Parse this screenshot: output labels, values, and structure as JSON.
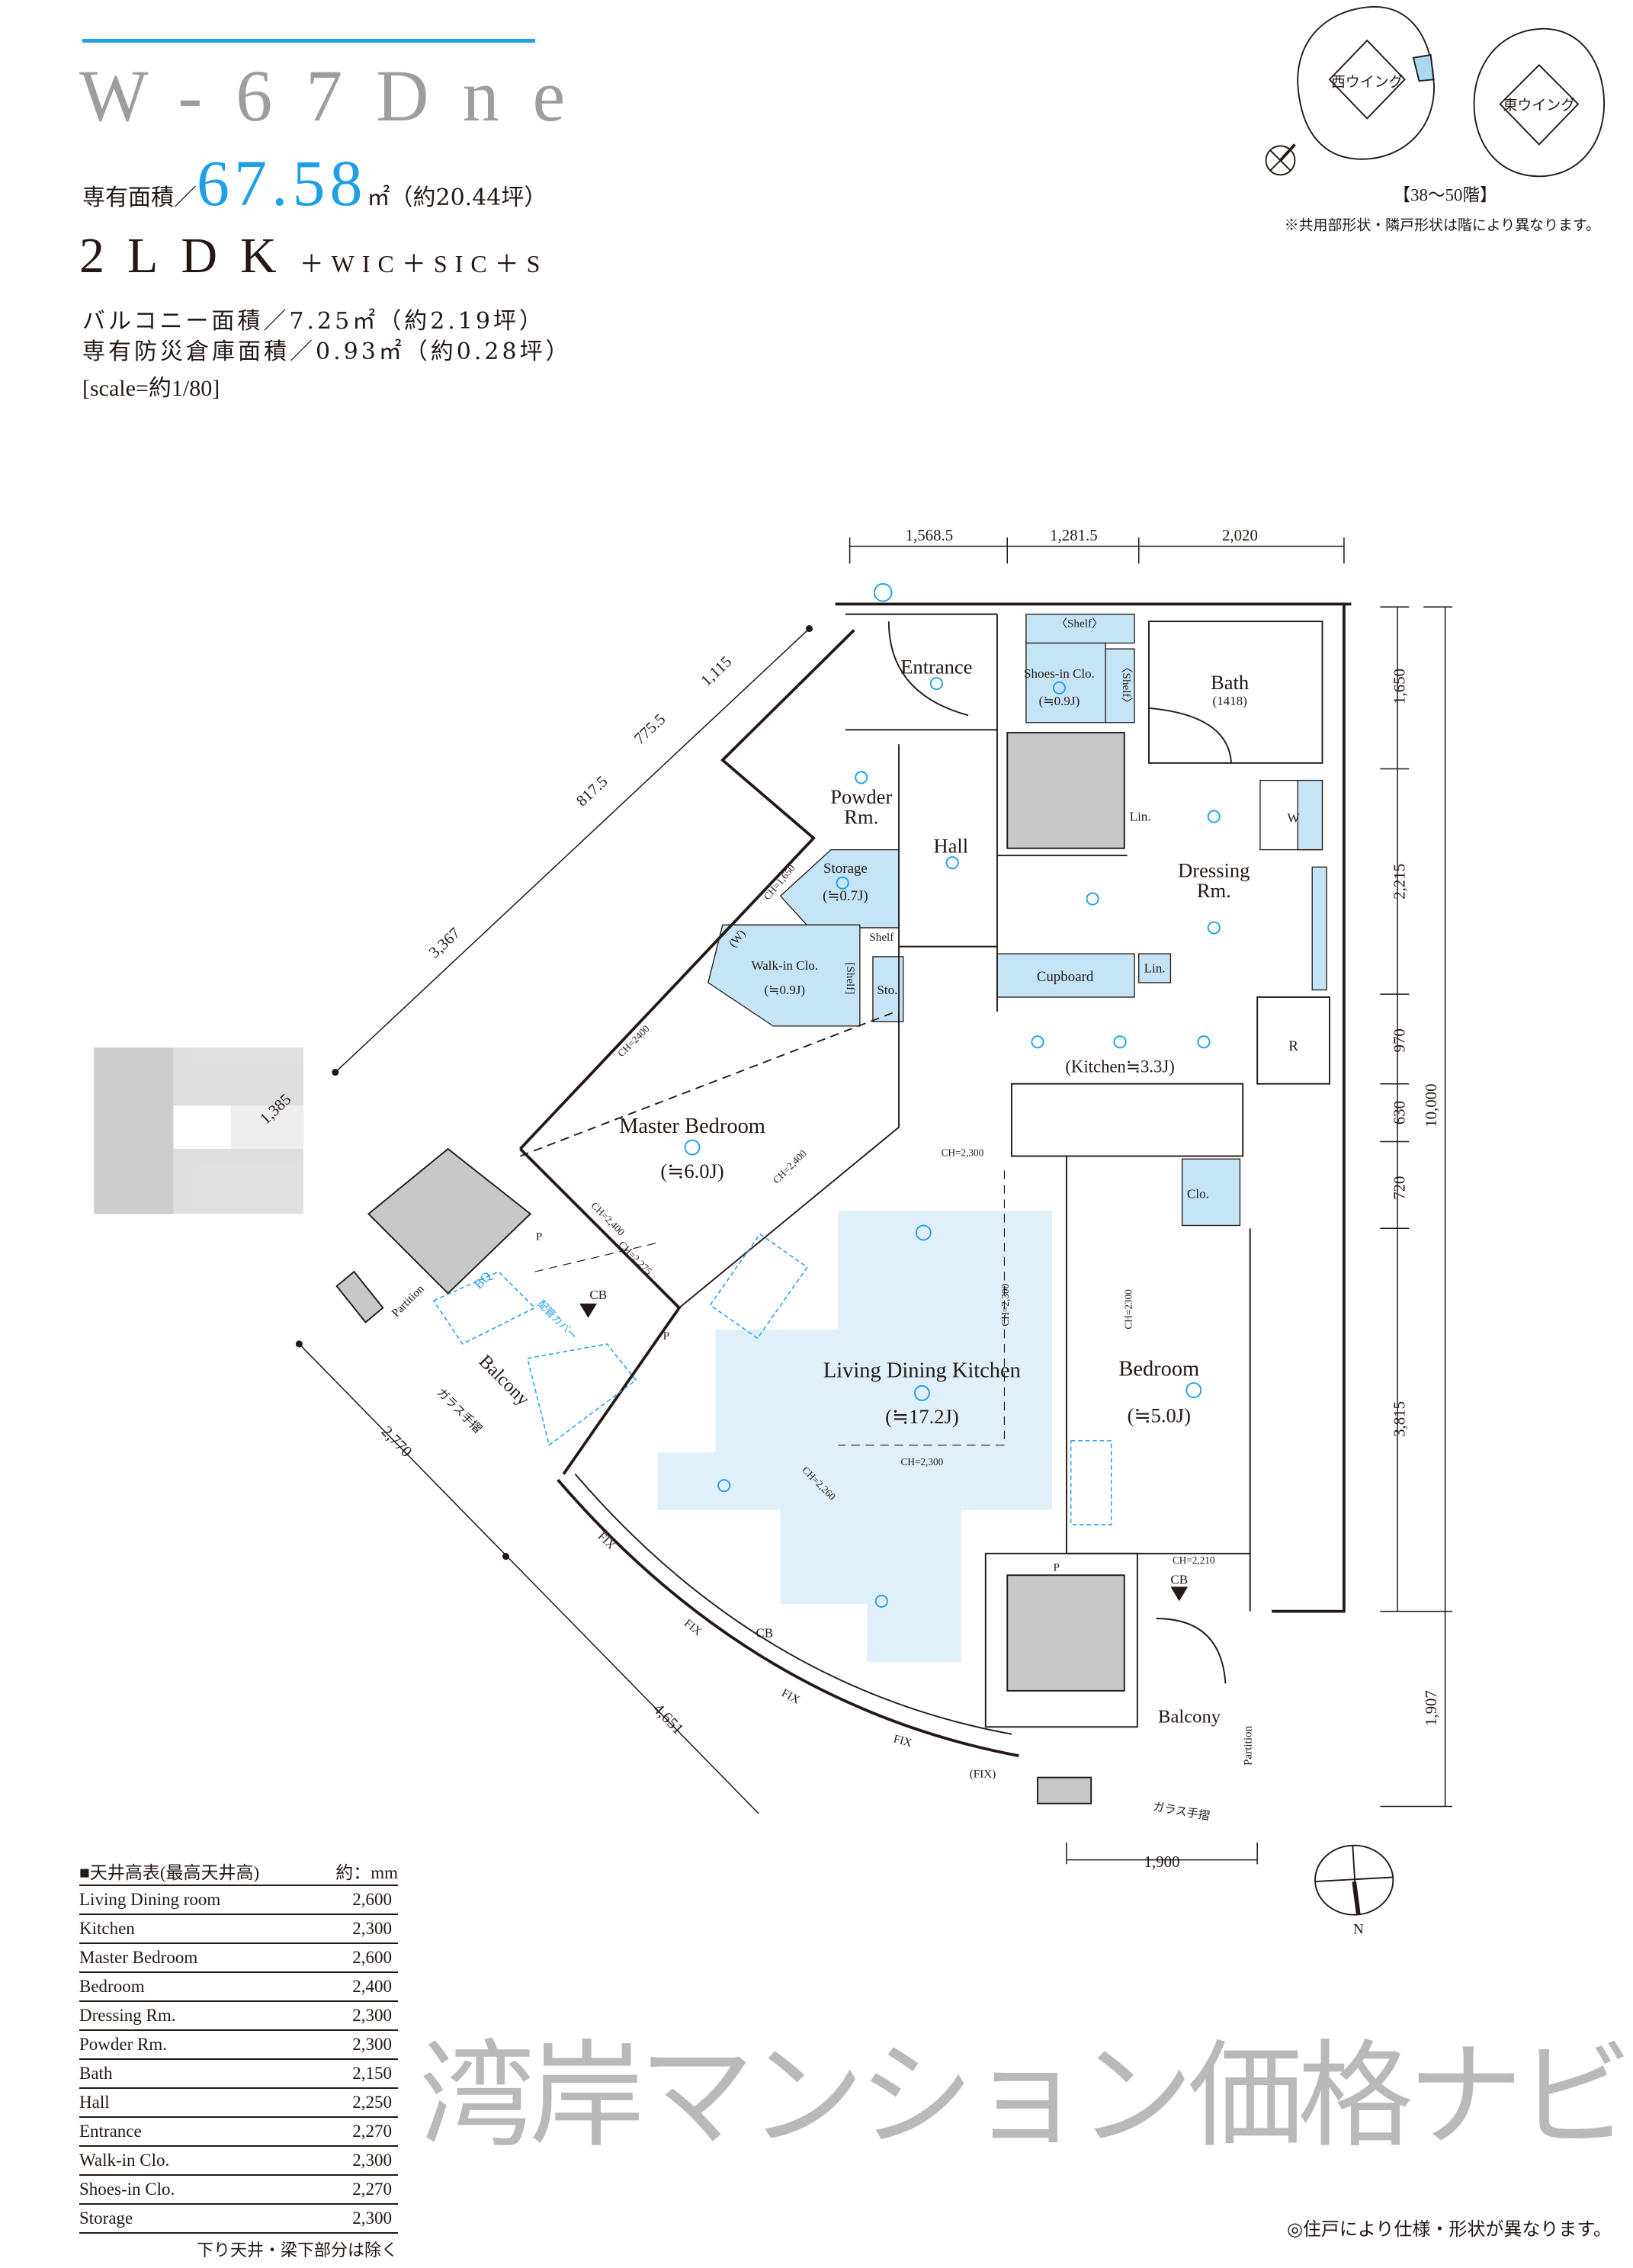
{
  "unit": {
    "code": "W-67Dne",
    "area_label": "専有面積／",
    "area_value": "67.58",
    "area_unit": "㎡（約20.44坪）",
    "layout": "2LDK",
    "layout_extra": "＋WIC＋SIC＋S",
    "balcony_area": "バルコニー面積／7.25㎡（約2.19坪）",
    "storage_area": "専有防災倉庫面積／0.93㎡（約0.28坪）",
    "scale": "[scale=約1/80]"
  },
  "key_plan": {
    "west_wing": "西ウイング",
    "east_wing": "東ウイング",
    "floors": "【38～50階】",
    "note": "※共用部形状・隣戸形状は階により異なります。",
    "compass_label": "N"
  },
  "plan": {
    "rooms": {
      "entrance": "Entrance",
      "shoes": "Shoes-in Clo.",
      "shoes_size": "(≒0.9J)",
      "shelf_top": "〈Shelf〉",
      "shelf_side": "〈Shelf〉",
      "bath": "Bath",
      "bath_size": "(1418)",
      "powder_1": "Powder",
      "powder_2": "Rm.",
      "hall": "Hall",
      "lin_1": "Lin.",
      "dressing_1": "Dressing",
      "dressing_2": "Rm.",
      "washer": "W",
      "storage": "Storage",
      "storage_size": "(≒0.7J)",
      "storage_ch": "CH=1,650",
      "storage_shelf": "Shelf",
      "wic": "Walk-in Clo.",
      "wic_size": "(≒0.9J)",
      "wic_shelf": "[Shelf]",
      "wic_w": "(W)",
      "sto": "Sto.",
      "cupboard": "Cupboard",
      "lin_2": "Lin.",
      "kitchen": "(Kitchen≒3.3J)",
      "fridge": "R",
      "clo": "Clo.",
      "master": "Master Bedroom",
      "master_size": "(≒6.0J)",
      "ldk": "Living Dining Kitchen",
      "ldk_size": "(≒17.2J)",
      "bedroom": "Bedroom",
      "bedroom_size": "(≒5.0J)",
      "balcony_w": "Balcony",
      "balcony_e": "Balcony",
      "partition_w": "Partition",
      "partition_e": "Partition",
      "glass_w": "ガラス手摺",
      "glass_e": "ガラス手摺",
      "pipe_cover": "配管カバー",
      "bq": "BQ",
      "cb_1": "CB",
      "cb_2": "CB",
      "cb_3": "CB",
      "p_1": "P",
      "p_2": "P",
      "p_3": "P",
      "fix_1": "FIX",
      "fix_2": "FIX",
      "fix_3": "FIX",
      "fix_4": "FIX",
      "fix_5": "(FIX)"
    },
    "ceiling_marks": {
      "master_a": "CH=2400",
      "master_b": "CH=2,400",
      "master_c": "CH=2,400",
      "balcony": "CH=2,275",
      "ldk_top": "CH=2,300",
      "ldk_side": "CH=2,300",
      "ldk_bottom": "CH=2,300",
      "ldk_curve": "CH=2,260",
      "bedroom": "CH=2300",
      "bedroom_bottom": "CH=2,210"
    },
    "dimensions": {
      "top": [
        "1,568.5",
        "1,281.5",
        "2,020"
      ],
      "right": [
        "1,650",
        "2,215",
        "970",
        "630",
        "720",
        "3,815"
      ],
      "right_total": "10,000",
      "right_balcony": "1,907",
      "bottom": "1,900",
      "diagonal": [
        "3,367",
        "817.5",
        "775.5",
        "1,115",
        "1,385",
        "2,770",
        "4,651"
      ]
    }
  },
  "ceiling_table": {
    "title": "■天井高表(最高天井高)",
    "unit": "約：mm",
    "rows": [
      {
        "room": "Living Dining room",
        "height": "2,600"
      },
      {
        "room": "Kitchen",
        "height": "2,300"
      },
      {
        "room": "Master Bedroom",
        "height": "2,600"
      },
      {
        "room": "Bedroom",
        "height": "2,400"
      },
      {
        "room": "Dressing Rm.",
        "height": "2,300"
      },
      {
        "room": "Powder Rm.",
        "height": "2,300"
      },
      {
        "room": "Bath",
        "height": "2,150"
      },
      {
        "room": "Hall",
        "height": "2,250"
      },
      {
        "room": "Entrance",
        "height": "2,270"
      },
      {
        "room": "Walk-in Clo.",
        "height": "2,300"
      },
      {
        "room": "Shoes-in Clo.",
        "height": "2,270"
      },
      {
        "room": "Storage",
        "height": "2,300"
      }
    ],
    "footnote": "下り天井・梁下部分は除く"
  },
  "footer_note": "◎住戸により仕様・形状が異なります。",
  "watermark": "湾岸マンション価格ナビ",
  "colors": {
    "accent": "#1ea0e6",
    "storage_fill": "#c5e5f7",
    "ldk_fill": "#dff0fa",
    "pillar": "#c8c8c8",
    "code_grey": "#9d9d9d"
  }
}
